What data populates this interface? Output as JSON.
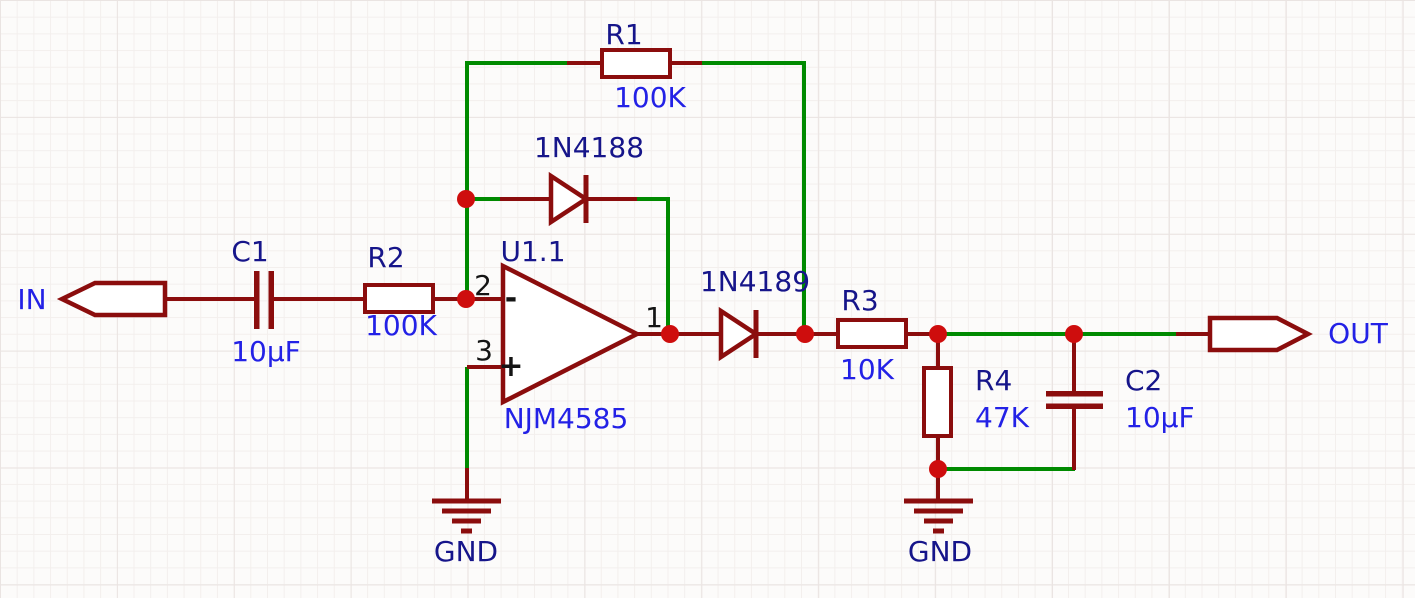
{
  "schematic": {
    "ports": {
      "input": {
        "label": "IN"
      },
      "output": {
        "label": "OUT"
      }
    },
    "components": {
      "c1": {
        "ref": "C1",
        "value": "10µF"
      },
      "r1": {
        "ref": "R1",
        "value": "100K"
      },
      "r2": {
        "ref": "R2",
        "value": "100K"
      },
      "r3": {
        "ref": "R3",
        "value": "10K"
      },
      "r4": {
        "ref": "R4",
        "value": "47K"
      },
      "c2": {
        "ref": "C2",
        "value": "10µF"
      },
      "d1": {
        "value": "1N4188"
      },
      "d2": {
        "value": "1N4189"
      },
      "u1": {
        "ref": "U1.1",
        "value": "NJM4585",
        "pins": {
          "inverting": "2",
          "noninverting": "3",
          "output": "1"
        },
        "signs": {
          "minus": "-",
          "plus": "+"
        }
      },
      "gnd_left": {
        "label": "GND"
      },
      "gnd_right": {
        "label": "GND"
      }
    },
    "colors": {
      "wire": "#008a00",
      "symbol": "#8b0d0d",
      "junction": "#ce0d0d",
      "reference_text": "#16158a",
      "value_text": "#2321e6",
      "pin_number_text": "#141414"
    }
  }
}
